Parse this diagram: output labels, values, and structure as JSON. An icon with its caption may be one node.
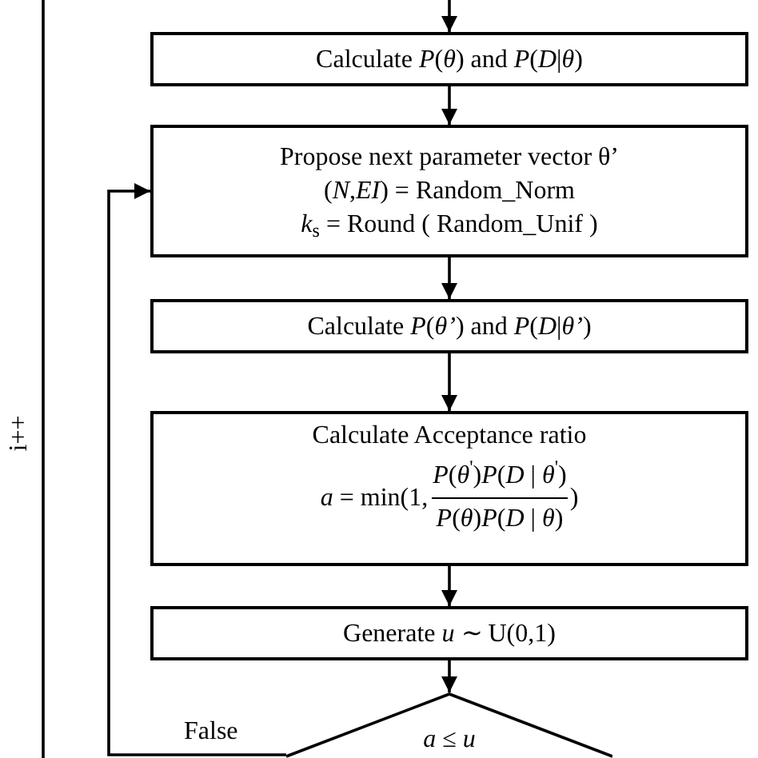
{
  "diagram": {
    "nodes": [
      {
        "text": [
          "Calculate *P*(*θ*) and *P*(*D*|*θ*)"
        ]
      },
      {
        "text": [
          "Propose next parameter vector θ’",
          "(*N*,*EI*) = Random_Norm",
          "*k*$_{s}$ = Round ( Random_Unif )"
        ]
      },
      {
        "text": [
          "Calculate *P*(*θ’*) and *P*(*D*|*θ’*)"
        ]
      },
      {
        "text": [
          "Calculate Acceptance ratio",
          "*a* = min(1,",
          "*P*(*θ*$^{'}$)*P*(*D* | *θ*$^{'}$)",
          "*P*(*θ*)*P*(*D* | *θ*)",
          ")"
        ]
      },
      {
        "text": [
          "Generate *u* ∼ U(0,1)"
        ]
      },
      {
        "text": [
          "*a* ≤ *u*"
        ]
      }
    ],
    "edges": [
      {
        "from": null,
        "to": 0,
        "arrow": "to"
      },
      {
        "from": 0,
        "to": 1,
        "arrow": "to"
      },
      {
        "from": 1,
        "to": 2,
        "arrow": "to"
      },
      {
        "from": 2,
        "to": 3,
        "arrow": "to"
      },
      {
        "from": 3,
        "to": 4,
        "arrow": "to"
      },
      {
        "from": 4,
        "to": 5,
        "arrow": "to"
      },
      {
        "from": 5,
        "to": 1,
        "arrow": "to",
        "label": "False"
      }
    ],
    "labels": [
      "i++"
    ]
  }
}
